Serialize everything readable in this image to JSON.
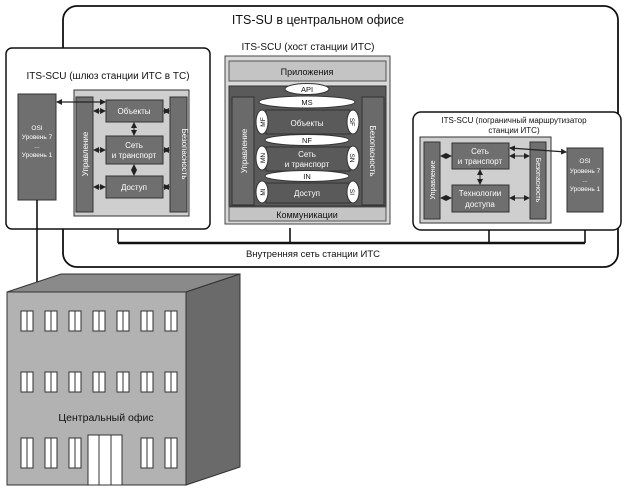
{
  "outer": {
    "title": "ITS-SU в центральном офисе"
  },
  "gateway": {
    "title": "ITS-SCU (шлюз станции ИТС в ТС)",
    "osi_label": "OSI",
    "osi_top": "Уровень 7",
    "osi_dots": "...",
    "osi_bottom": "Уровень 1",
    "mgmt": "Управление",
    "security": "Безопасность",
    "facilities": "Объекты",
    "network_l1": "Сеть",
    "network_l2": "и транспорт",
    "access": "Доступ"
  },
  "host": {
    "title": "ITS-SCU (хост станции ИТС)",
    "applications": "Приложения",
    "api": "API",
    "ms": "MS",
    "mgmt": "Управление",
    "security": "Безопасность",
    "mf": "MF",
    "sf": "SF",
    "facilities": "Объекты",
    "nf": "NF",
    "mn": "MN",
    "sn": "SN",
    "network_l1": "Сеть",
    "network_l2": "и транспорт",
    "in": "IN",
    "mi": "MI",
    "si": "SI",
    "access": "Доступ",
    "communications": "Коммуникации"
  },
  "border": {
    "title_l1": "ITS-SCU (пограничный маршрутизатор",
    "title_l2": "станции ИТС)",
    "mgmt": "Управление",
    "security": "Безопасность",
    "network_l1": "Сеть",
    "network_l2": "и транспорт",
    "tech_l1": "Технологии",
    "tech_l2": "доступа",
    "osi_label": "OSI",
    "osi_top": "Уровень 7",
    "osi_dots": "...",
    "osi_bottom": "Уровень 1"
  },
  "lan_label": "Внутренняя сеть станции ИТС",
  "building_label": "Центральный офис"
}
